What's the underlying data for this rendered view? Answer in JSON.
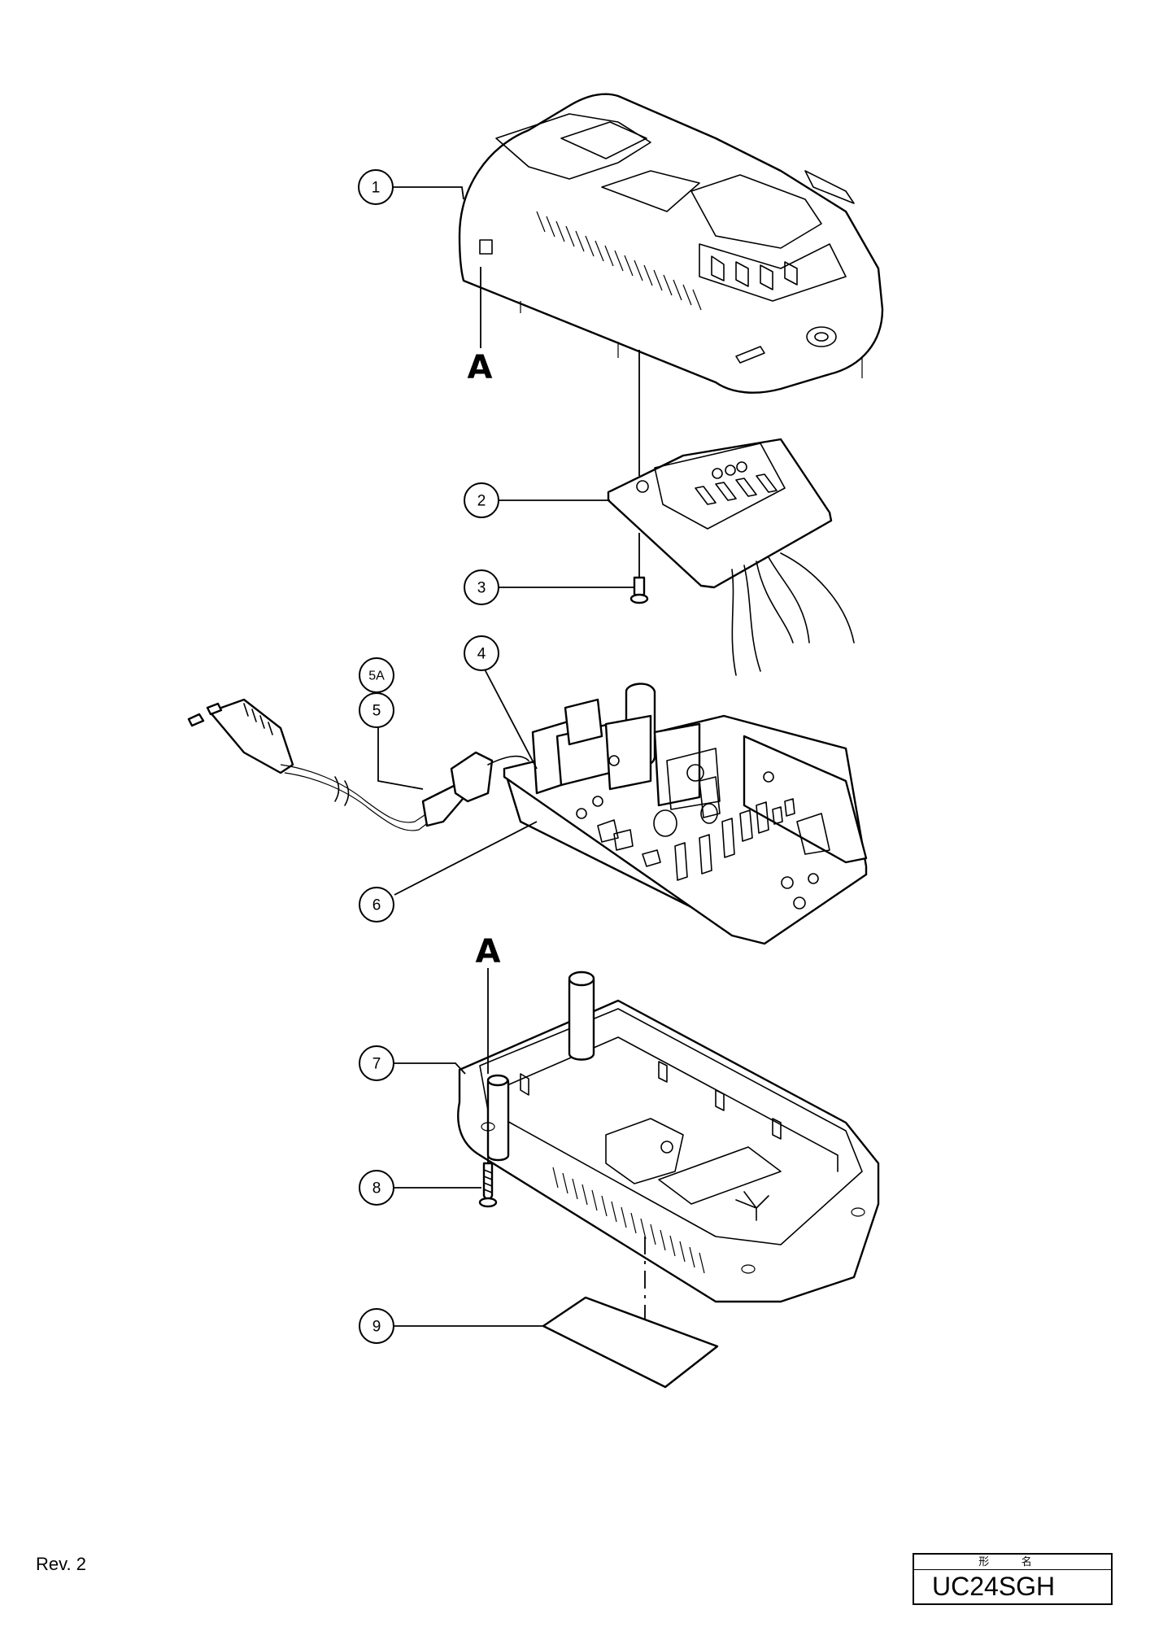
{
  "callouts": [
    {
      "id": "1",
      "label": "1"
    },
    {
      "id": "2",
      "label": "2"
    },
    {
      "id": "3",
      "label": "3"
    },
    {
      "id": "4",
      "label": "4"
    },
    {
      "id": "5A",
      "label": "5A"
    },
    {
      "id": "5",
      "label": "5"
    },
    {
      "id": "6",
      "label": "6"
    },
    {
      "id": "7",
      "label": "7"
    },
    {
      "id": "8",
      "label": "8"
    },
    {
      "id": "9",
      "label": "9"
    }
  ],
  "reference_marks": {
    "top": "A",
    "bottom": "A"
  },
  "footer": {
    "revision": "Rev. 2",
    "model_label": "形 名",
    "model_name": "UC24SGH"
  }
}
